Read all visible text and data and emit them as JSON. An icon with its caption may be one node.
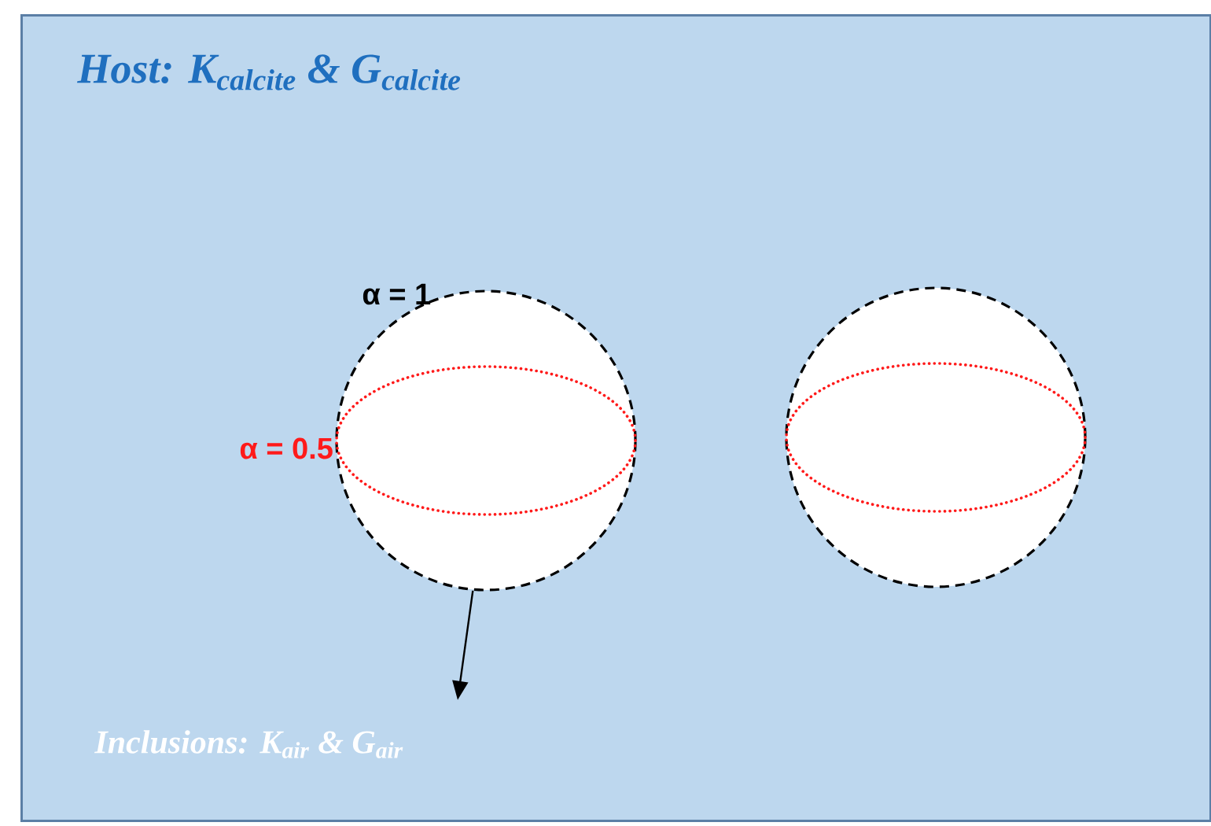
{
  "diagram": {
    "nodes": [
      {
        "text": [
          "**Host**: K$_{calcite}$ & G$_{calcite}$"
        ]
      },
      {
        "text": [],
        "shape": "circle",
        "in": 0,
        "beside": [
          "α = 1"
        ]
      },
      {
        "text": [],
        "shape": "ellipse",
        "in": 1,
        "beside": [
          "α = 0.5"
        ]
      },
      {
        "text": [],
        "shape": "circle",
        "in": 0
      },
      {
        "text": [],
        "shape": "ellipse",
        "in": 3
      },
      {
        "text": [
          "Inclusions: K$_{air}$ & G$_{air}$"
        ],
        "in": 0
      }
    ],
    "edges": [
      {
        "from": 1,
        "to": 5,
        "arrow": "to"
      }
    ]
  }
}
